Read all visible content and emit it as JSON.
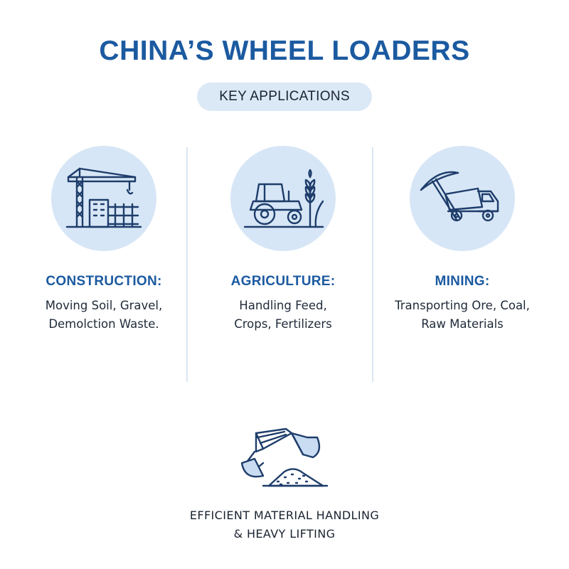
{
  "header": {
    "title": "CHINA’S WHEEL LOADERS",
    "subtitle": "KEY APPLICATIONS"
  },
  "applications": [
    {
      "icon": "construction-crane-icon",
      "heading": "CONSTRUCTION:",
      "line1": "Moving Soil, Gravel,",
      "line2": "Demolction Waste."
    },
    {
      "icon": "tractor-wheat-icon",
      "heading": "AGRICULTURE:",
      "line1": "Handling Feed,",
      "line2": "Crops, Fertilizers"
    },
    {
      "icon": "pickaxe-dump-truck-icon",
      "heading": "MINING:",
      "line1": "Transporting Ore, Coal,",
      "line2": "Raw Materials"
    }
  ],
  "footer": {
    "icon": "loader-bucket-pile-icon",
    "line1": "EFFICIENT MATERIAL HANDLING",
    "line2": "& HEAVY LIFTING"
  },
  "colors": {
    "title": "#1b5aa0",
    "pill": "#dbe8f6",
    "icon_circle": "#d7e6f6",
    "icon_stroke": "#1e3d6b",
    "divider": "#dbe6f2"
  }
}
